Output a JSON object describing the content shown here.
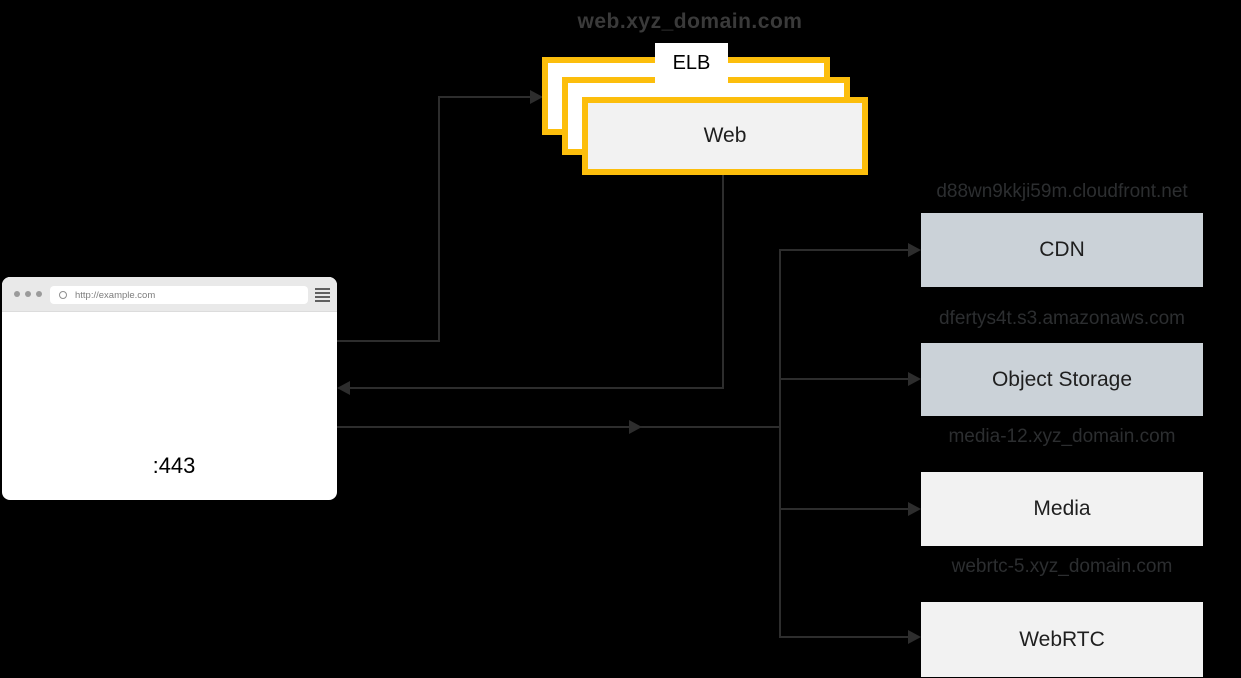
{
  "diagram": {
    "title": "web.xyz_domain.com",
    "elb": {
      "tag_label": "ELB",
      "node_label": "Web"
    },
    "browser": {
      "url": "http://example.com",
      "port_label": ":443"
    },
    "services": [
      {
        "name": "CDN",
        "domain": "d88wn9kkji59m.cloudfront.net"
      },
      {
        "name": "Object Storage",
        "domain": "dfertys4t.s3.amazonaws.com"
      },
      {
        "name": "Media",
        "domain": "media-12.xyz_domain.com"
      },
      {
        "name": "WebRTC",
        "domain": "webrtc-5.xyz_domain.com"
      }
    ],
    "colors": {
      "background": "#000000",
      "elb_border": "#fcbe0c",
      "elb_front_fill": "#f2f2f2",
      "service_fill_blue_gray": "#cbd2d8",
      "service_fill_light_gray": "#f2f2f2",
      "connector_line": "#2d2d2d",
      "domain_label_text": "#2c2e30",
      "title_text": "#3a3a3a"
    }
  }
}
